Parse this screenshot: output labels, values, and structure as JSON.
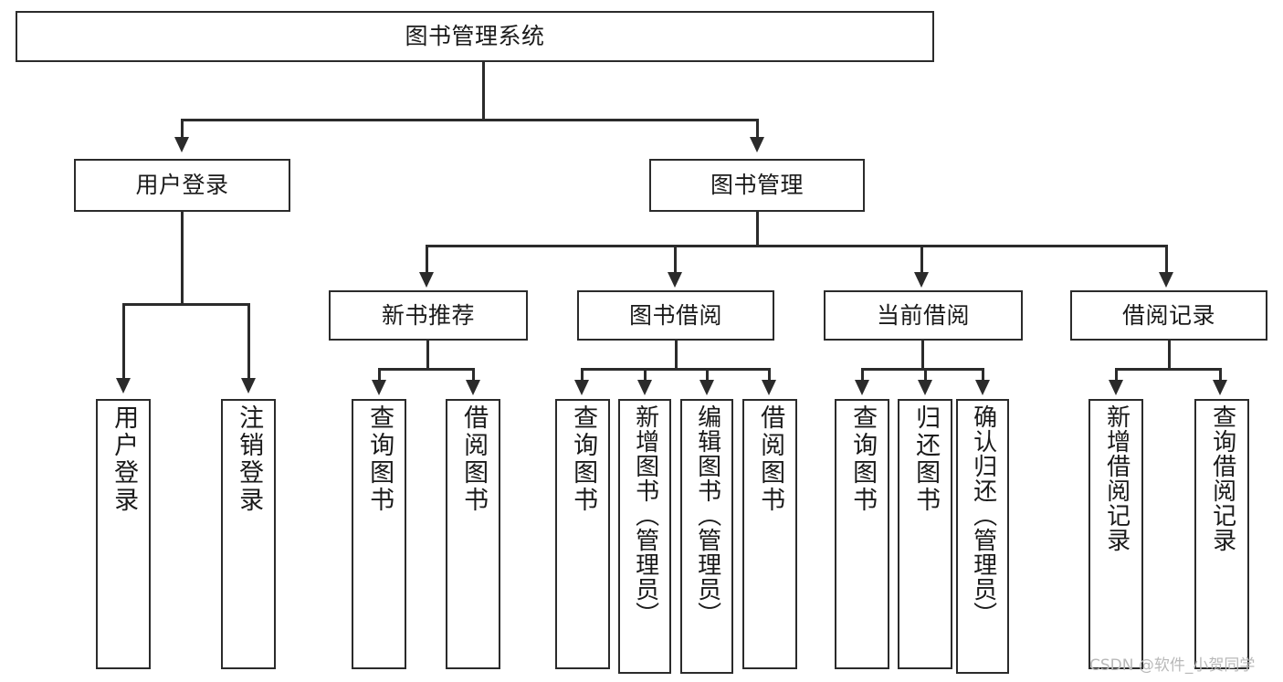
{
  "diagram": {
    "title": "图书管理系统",
    "type": "tree",
    "root": {
      "label": "图书管理系统"
    },
    "level2": [
      {
        "label": "用户登录"
      },
      {
        "label": "图书管理"
      }
    ],
    "level3": [
      {
        "label": "新书推荐"
      },
      {
        "label": "图书借阅"
      },
      {
        "label": "当前借阅"
      },
      {
        "label": "借阅记录"
      }
    ],
    "leaves": {
      "user_login": [
        {
          "label": "用户登录"
        },
        {
          "label": "注销登录"
        }
      ],
      "new_book_recommend": [
        {
          "label": "查询图书"
        },
        {
          "label": "借阅图书"
        }
      ],
      "book_borrow": [
        {
          "label": "查询图书"
        },
        {
          "label": "新增图书（管理员）"
        },
        {
          "label": "编辑图书（管理员）"
        },
        {
          "label": "借阅图书"
        }
      ],
      "current_borrow": [
        {
          "label": "查询图书"
        },
        {
          "label": "归还图书"
        },
        {
          "label": "确认归还（管理员）"
        }
      ],
      "borrow_record": [
        {
          "label": "新增借阅记录"
        },
        {
          "label": "查询借阅记录"
        }
      ]
    }
  },
  "watermark": {
    "text": "CSDN @软件_小贺同学"
  },
  "colors": {
    "stroke": "#2b2b2b",
    "text": "#1a1a1a",
    "background": "#ffffff",
    "watermark": "#b9b9b9"
  }
}
